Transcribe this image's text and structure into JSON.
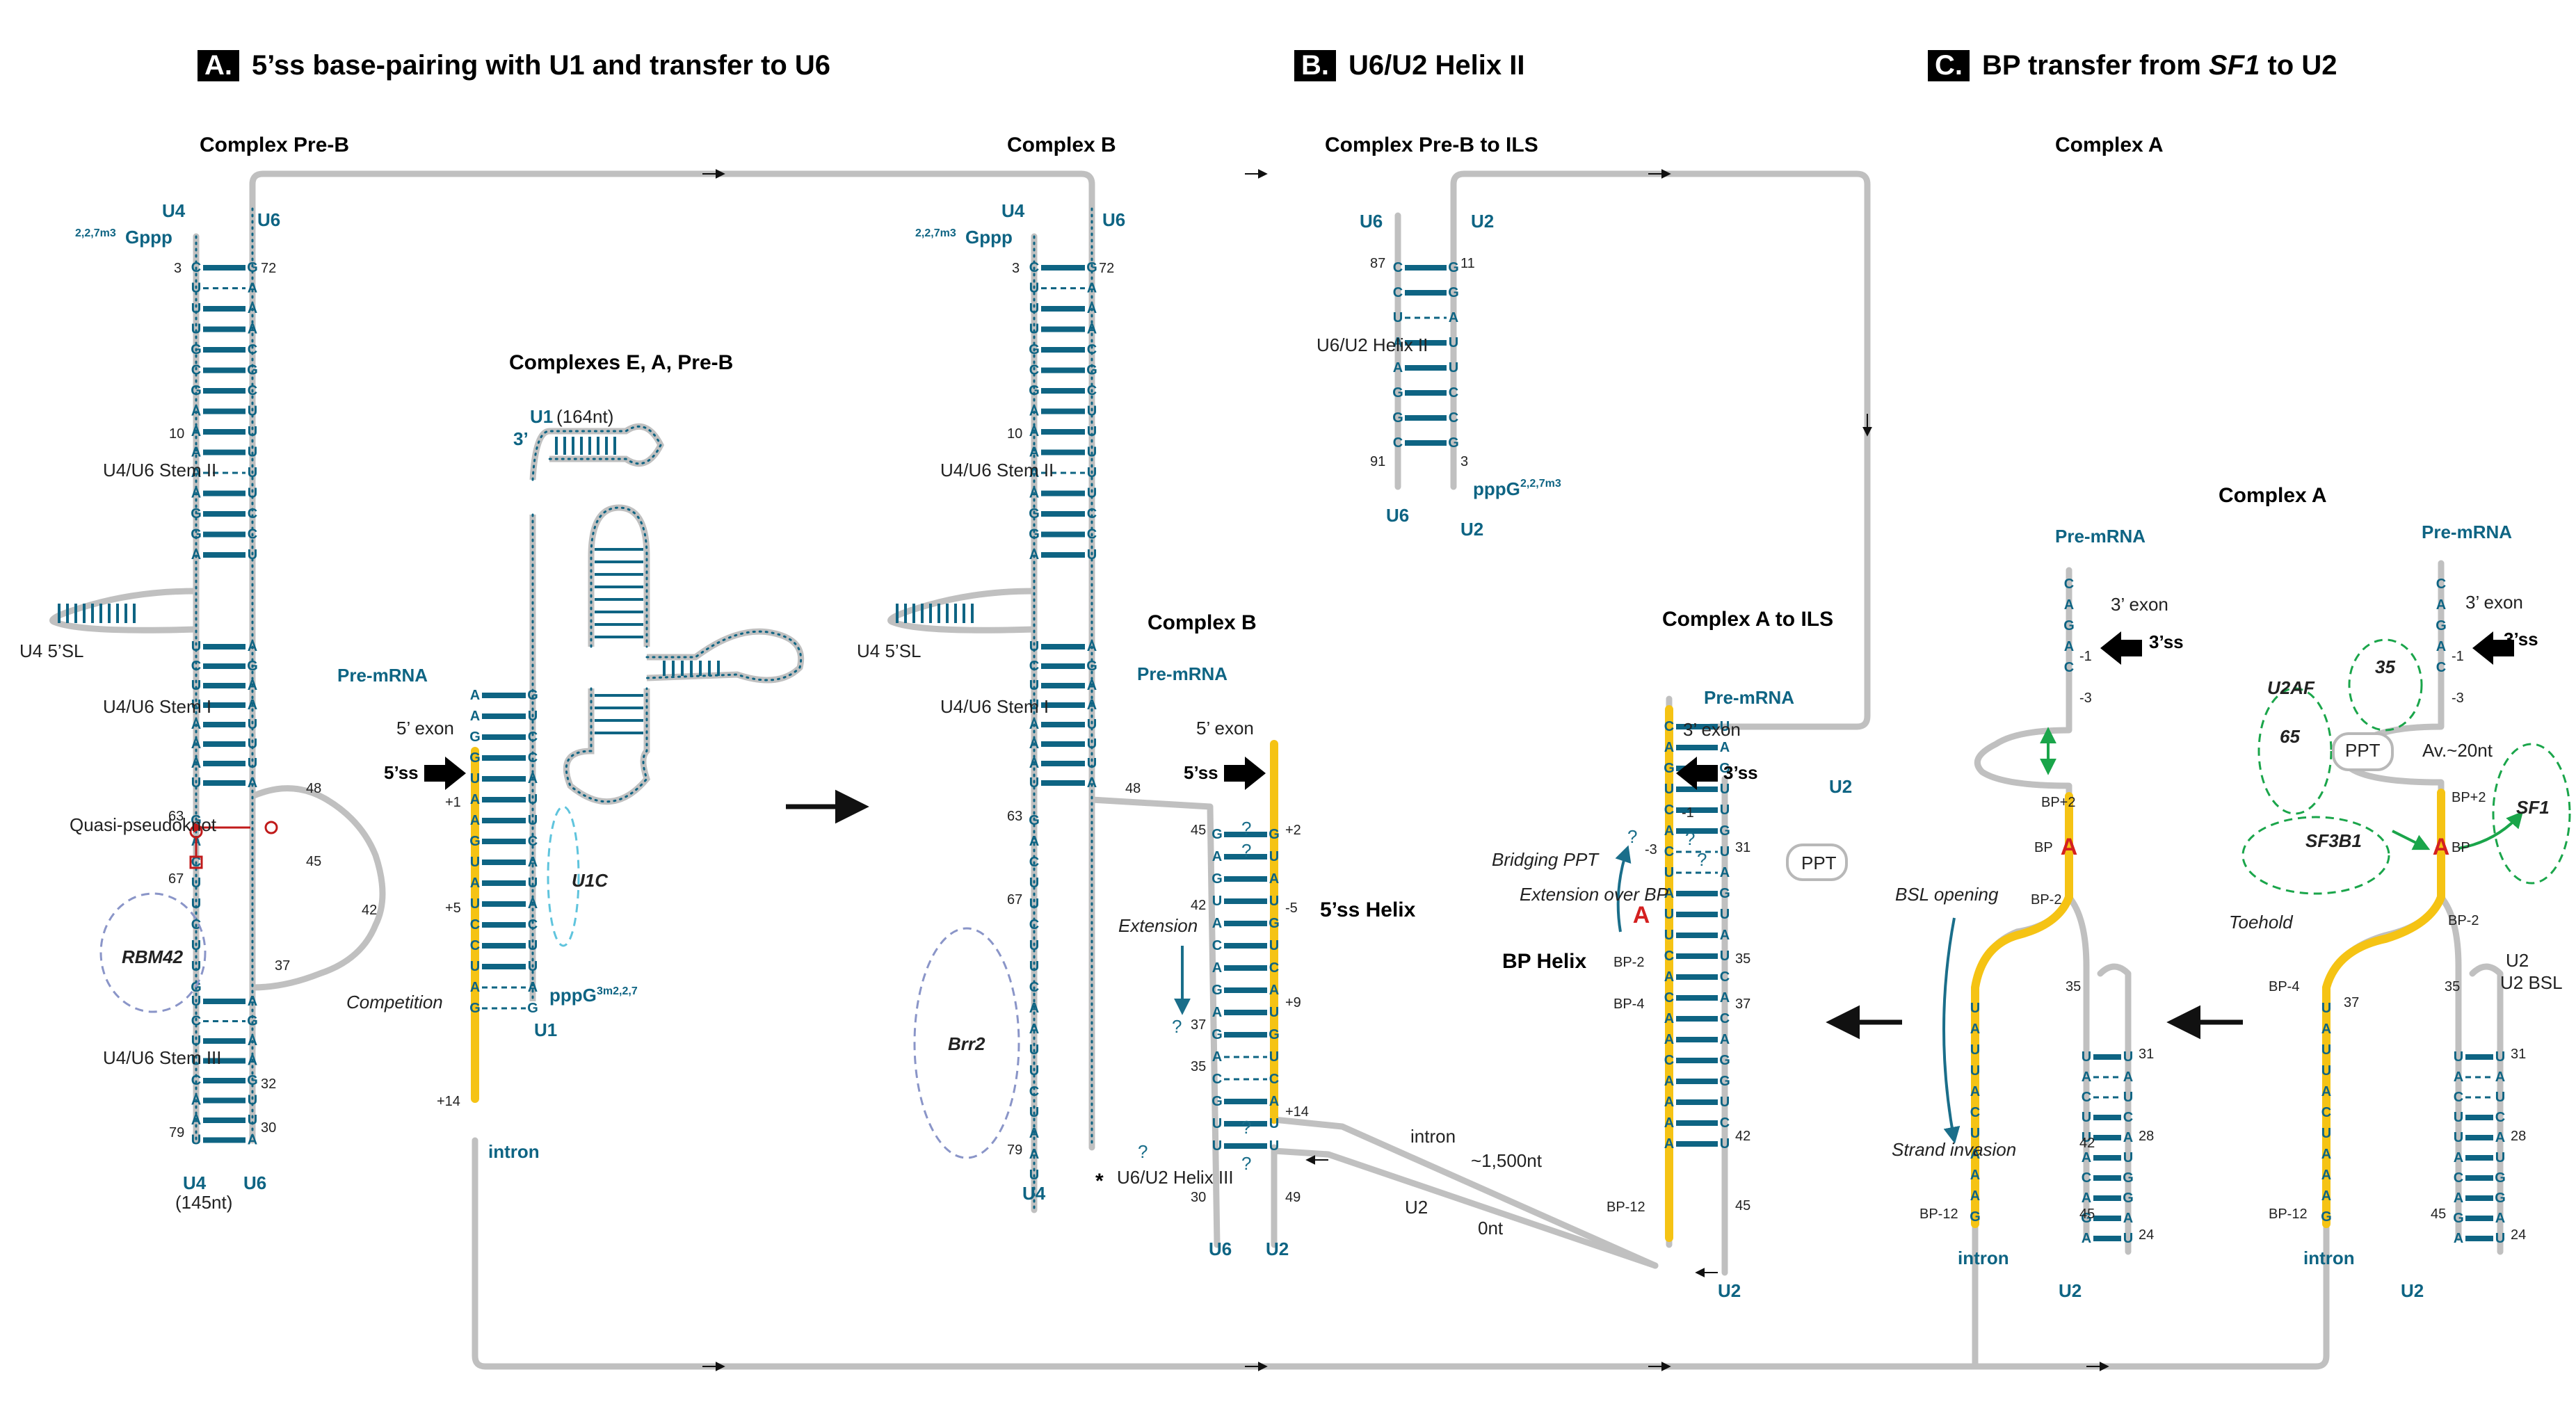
{
  "panels": {
    "a": {
      "letter": "A.",
      "title": "5’ss base-pairing with U1 and transfer to U6"
    },
    "b": {
      "letter": "B.",
      "title": "U6/U2 Helix II"
    },
    "c": {
      "letter": "C.",
      "title_pre": "BP transfer from ",
      "title_italic": "SF1",
      "title_post": " to U2"
    }
  },
  "complexes": {
    "pre_b": "Complex Pre-B",
    "e_a_preb": "Complexes E, A, Pre-B",
    "b_top": "Complex B",
    "b_mid": "Complex B",
    "preb_ils": "Complex Pre-B to ILS",
    "a_ils": "Complex A to ILS",
    "a_top": "Complex A",
    "a_mid": "Complex A",
    "five_ss_helix": "5’ss Helix",
    "bp_helix": "BP Helix",
    "u6u2_helix2": "U6/U2 Helix II"
  },
  "labels": {
    "u4": "U4",
    "u6": "U6",
    "u2": "U2",
    "u1": "U1",
    "gppp": "Gppp",
    "gppp_sup": "2,2,7m3",
    "pppg": "pppG",
    "pppg_sup_u1": "3m2,2,7",
    "pppg_sup_u2": "2,2,7m3",
    "u1_3prime": "3’",
    "u1_len": "(164nt)",
    "u4_len": "(145nt)",
    "stem2": "U4/U6 Stem II",
    "stem1": "U4/U6 Stem I",
    "stem3": "U4/U6 Stem III",
    "u4_5sl": "U4 5’SL",
    "quasi": "Quasi-pseudoknot",
    "rbm42": "RBM42",
    "brr2": "Brr2",
    "u1c": "U1C",
    "competition": "Competition",
    "pre_mrna": "Pre-mRNA",
    "exon5": "5’ exon",
    "exon3": "3’ exon",
    "ss5": "5’ss",
    "ss3": "3’ss",
    "intron": "intron",
    "extension": "Extension",
    "u6u2_h3": "U6/U2 Helix III",
    "star": "*",
    "nt1500": "~1,500nt",
    "nt0": "0nt",
    "bridging_ppt": "Bridging PPT",
    "ext_over_bp": "Extension over BP",
    "ppt": "PPT",
    "bsl_opening": "BSL opening",
    "strand_invasion": "Strand invasion",
    "toehold": "Toehold",
    "u2_bsl": "U2 BSL",
    "u2af": "U2AF",
    "u2af35": "35",
    "u2af65": "65",
    "sf3b1": "SF3B1",
    "sf1": "SF1",
    "av20": "Av.~20nt",
    "bp": "BP",
    "bp_a": "A"
  },
  "sequences": {
    "u4_stem2": [
      "C",
      "U",
      "U",
      "U",
      "G",
      "C",
      "G",
      "A",
      "A",
      "A",
      "A",
      "A",
      "G",
      "G",
      "A"
    ],
    "u6_stem2": [
      "G",
      "A",
      "A",
      "A",
      "C",
      "G",
      "C",
      "U",
      "U",
      "U",
      "U",
      "U",
      "C",
      "C",
      "U"
    ],
    "u4_stem1": [
      "U",
      "C",
      "U",
      "U",
      "A",
      "A",
      "A",
      "U"
    ],
    "u6_stem1": [
      "A",
      "G",
      "A",
      "A",
      "U",
      "U",
      "U",
      "A"
    ],
    "u6_acagag": [
      "A",
      "C",
      "A",
      "G",
      "A",
      "G"
    ],
    "u6_stem3_u4": [
      "U",
      "C",
      "U",
      "U",
      "C",
      "A",
      "A",
      "U"
    ],
    "u6_stem3_u6": [
      "A",
      "G",
      "A",
      "A",
      "G",
      "U",
      "U",
      "A"
    ],
    "helix2_u6": [
      "C",
      "C",
      "U",
      "A",
      "A",
      "G",
      "G",
      "C"
    ],
    "helix2_u2": [
      "G",
      "G",
      "A",
      "U",
      "U",
      "C",
      "C",
      "G"
    ]
  },
  "colors": {
    "rna": "#0e6483",
    "backbone": "#c0c0c0",
    "pre_mrna": "#f5c314",
    "bp": "#d42020",
    "dashed_protein": "#8a95c8",
    "u1c": "#5fc4dd",
    "u2af_sf": "#1aa54a"
  }
}
